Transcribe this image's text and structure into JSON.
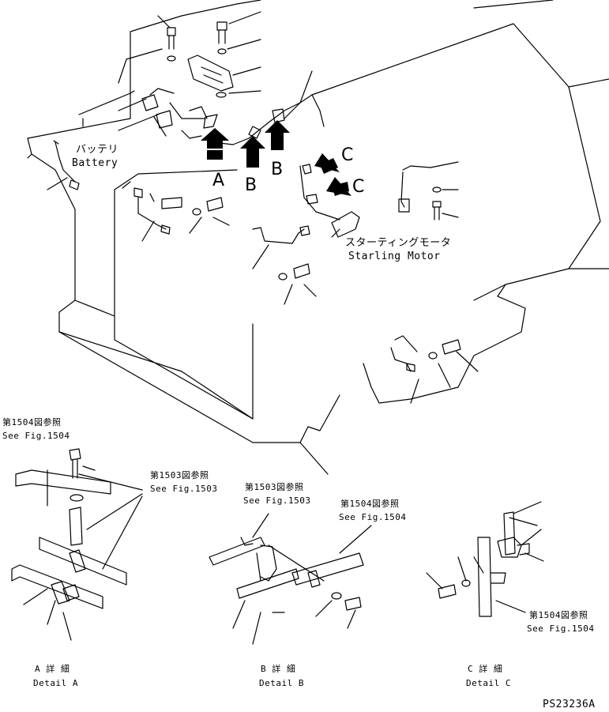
{
  "drawing_code": "PS23236A",
  "colors": {
    "ink": "#000000",
    "paper": "#ffffff"
  },
  "callouts": {
    "battery_jp": "バッテリ",
    "battery_en": "Battery",
    "starting_motor_jp": "スターティングモータ",
    "starting_motor_en": "Starling Motor"
  },
  "view_arrows": [
    "A",
    "B",
    "B",
    "C",
    "C"
  ],
  "references": {
    "fig1504_jp": "第1504図参照",
    "fig1504_en": "See Fig.1504",
    "fig1503_jp": "第1503図参照",
    "fig1503_en": "See Fig.1503"
  },
  "details": [
    {
      "jp": "A 詳 細",
      "en": "Detail A"
    },
    {
      "jp": "B 詳 細",
      "en": "Detail B"
    },
    {
      "jp": "C 詳 細",
      "en": "Detail C"
    }
  ]
}
